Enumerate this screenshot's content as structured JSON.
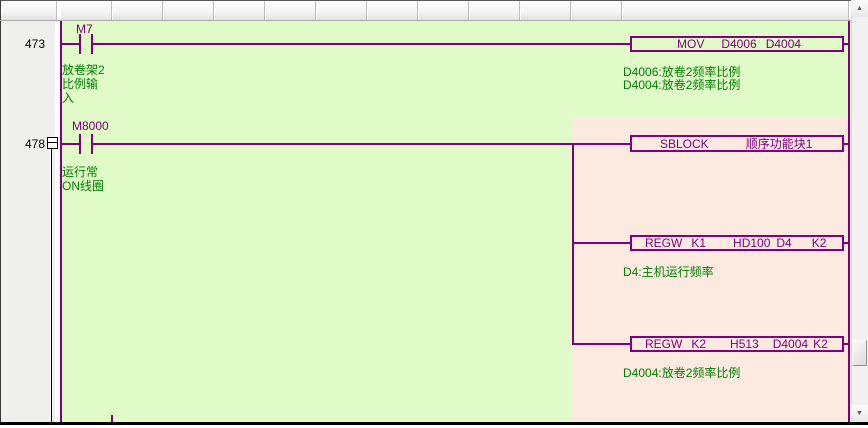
{
  "app": {
    "type": "plc-ladder-editor"
  },
  "colors": {
    "ladder_bg": "#e1fbc8",
    "function_block_bg": "#fce9e0",
    "line_color": "#800080",
    "device_text": "#800080",
    "comment_text": "#008000",
    "row_number_text": "#000000"
  },
  "rungs": {
    "r473": {
      "number": "473",
      "contact_device": "M7",
      "contact_comment": [
        "放卷架2",
        "比例输",
        "入"
      ],
      "instruction": {
        "mnemonic": "MOV",
        "operands": [
          "D4006",
          "D4004"
        ]
      },
      "result_comment": [
        "D4006:放卷2频率比例",
        "D4004:放卷2频率比例"
      ]
    },
    "r478": {
      "number": "478",
      "contact_device": "M8000",
      "contact_comment": [
        "运行常",
        "ON线圈"
      ],
      "branches": [
        {
          "mnemonic": "SBLOCK",
          "operands": [
            "顺序功能块1"
          ],
          "comments": []
        },
        {
          "mnemonic": "REGW",
          "operands": [
            "K1",
            "HD100",
            "D4",
            "K2"
          ],
          "comments": [
            "D4:主机运行频率"
          ]
        },
        {
          "mnemonic": "REGW",
          "operands": [
            "K2",
            "H513",
            "D4004",
            "K2"
          ],
          "comments": [
            "D4004:放卷2频率比例"
          ]
        }
      ]
    }
  },
  "scrollbar": {
    "up": "▲",
    "down": "▼"
  }
}
